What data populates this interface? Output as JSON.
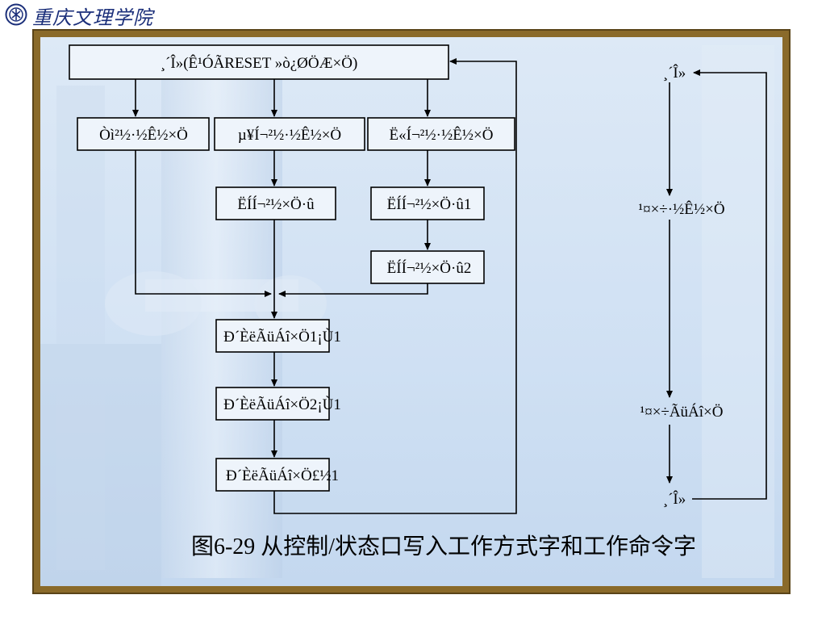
{
  "header": {
    "logo_text": "重庆文理学院",
    "logo_icon": "university-seal-icon"
  },
  "diagram": {
    "nodes": {
      "top": "¸´Î»(Ê¹ÓÃRESET »ò¿ØÖÆ×Ö)",
      "mode1": "Òì²½·½Ê½×Ö",
      "mode2": "µ¥Í¬²½·½Ê½×Ö",
      "mode3": "Ë«Í¬²½·½Ê½×Ö",
      "sync_char": "ËÍÍ¬²½×Ö·û",
      "sync_char1": "ËÍÍ¬²½×Ö·û1",
      "sync_char2": "ËÍÍ¬²½×Ö·û2",
      "write_cmd1": "Ð´ÈëÃüÁî×Ö1¡Ù1",
      "write_cmd2": "Ð´ÈëÃüÁî×Ö2¡Ù1",
      "write_cmdn": "Ð´ÈëÃüÁî×Ö£½1",
      "right_top": "¸´Î»",
      "right_mode": "¹¤×÷·½Ê½×Ö",
      "right_cmd": "¹¤×÷ÃüÁî×Ö",
      "right_bottom": "¸´Î»"
    },
    "caption": "图6-29  从控制/状态口写入工作方式字和工作命令字"
  }
}
